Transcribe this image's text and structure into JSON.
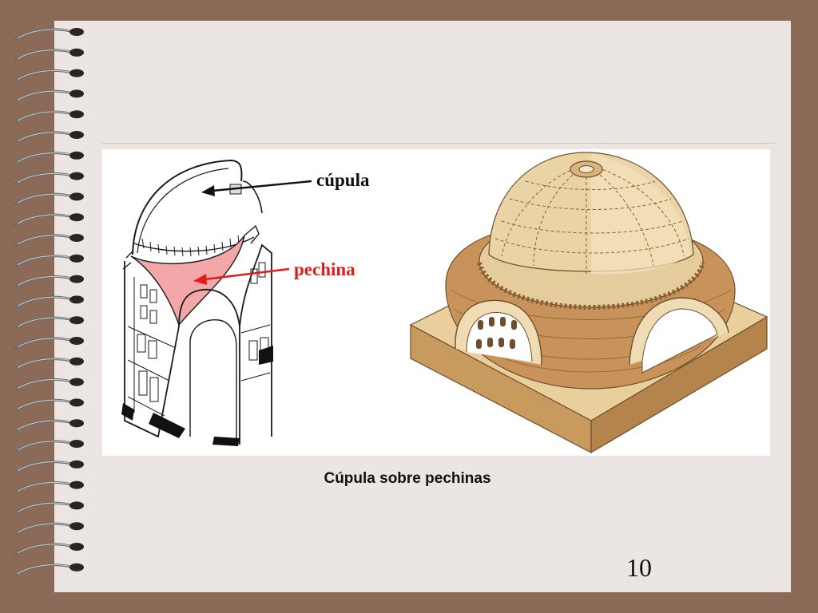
{
  "diagram": {
    "labels": {
      "dome": "cúpula",
      "pendentive": "pechina"
    }
  },
  "caption": "Cúpula sobre pechinas",
  "slide_number": "10",
  "colors": {
    "frame": "#8b6b58",
    "page": "#ebe6e3",
    "pendentive_fill": "#f3a7a8",
    "pendentive_arrow": "#e01b1b",
    "dome_arrow": "#111111",
    "stone": "#e4cc9c",
    "brick": "#c8935a"
  }
}
